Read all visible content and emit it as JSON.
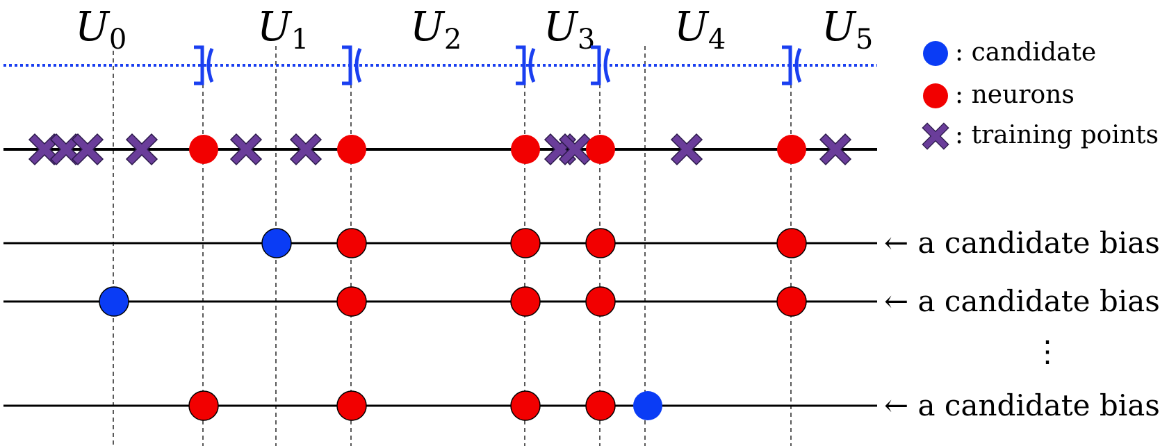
{
  "colors": {
    "candidate": "#0a3cf5",
    "neuron": "#f20000",
    "training_point": "#6a3d9a",
    "interval_line": "#1a3ff0",
    "axis": "#000000"
  },
  "regions": [
    {
      "letter": "U",
      "sub": "0"
    },
    {
      "letter": "U",
      "sub": "1"
    },
    {
      "letter": "U",
      "sub": "2"
    },
    {
      "letter": "U",
      "sub": "3"
    },
    {
      "letter": "U",
      "sub": "4"
    },
    {
      "letter": "U",
      "sub": "5"
    }
  ],
  "legend": {
    "candidate": ": candidate",
    "neurons": ": neurons",
    "training": ": training points"
  },
  "bias_rows": [
    {
      "label": "← a candidate bias"
    },
    {
      "label": "← a candidate bias"
    },
    {
      "label": "← a candidate bias"
    }
  ],
  "ellipsis": "⋮"
}
